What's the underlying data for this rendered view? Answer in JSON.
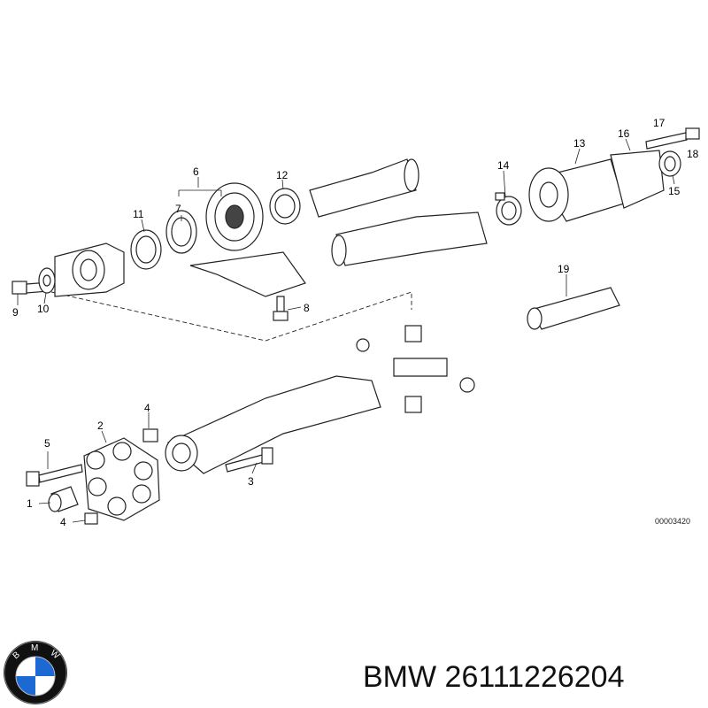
{
  "diagram_ref": "00003420",
  "caption": "BMW 26111226204",
  "logo": {
    "letters": "BMW",
    "colors": {
      "blue": "#1c69d4",
      "white": "#ffffff",
      "black": "#111111"
    }
  },
  "callouts": [
    {
      "id": "c1",
      "label": "1"
    },
    {
      "id": "c2",
      "label": "2"
    },
    {
      "id": "c3",
      "label": "3"
    },
    {
      "id": "c4a",
      "label": "4"
    },
    {
      "id": "c4b",
      "label": "4"
    },
    {
      "id": "c5",
      "label": "5"
    },
    {
      "id": "c6",
      "label": "6"
    },
    {
      "id": "c7",
      "label": "7"
    },
    {
      "id": "c8",
      "label": "8"
    },
    {
      "id": "c9",
      "label": "9"
    },
    {
      "id": "c10",
      "label": "10"
    },
    {
      "id": "c11",
      "label": "11"
    },
    {
      "id": "c12",
      "label": "12"
    },
    {
      "id": "c13",
      "label": "13"
    },
    {
      "id": "c14",
      "label": "14"
    },
    {
      "id": "c15",
      "label": "15"
    },
    {
      "id": "c16",
      "label": "16"
    },
    {
      "id": "c17",
      "label": "17"
    },
    {
      "id": "c18",
      "label": "18"
    },
    {
      "id": "c19",
      "label": "19"
    }
  ]
}
